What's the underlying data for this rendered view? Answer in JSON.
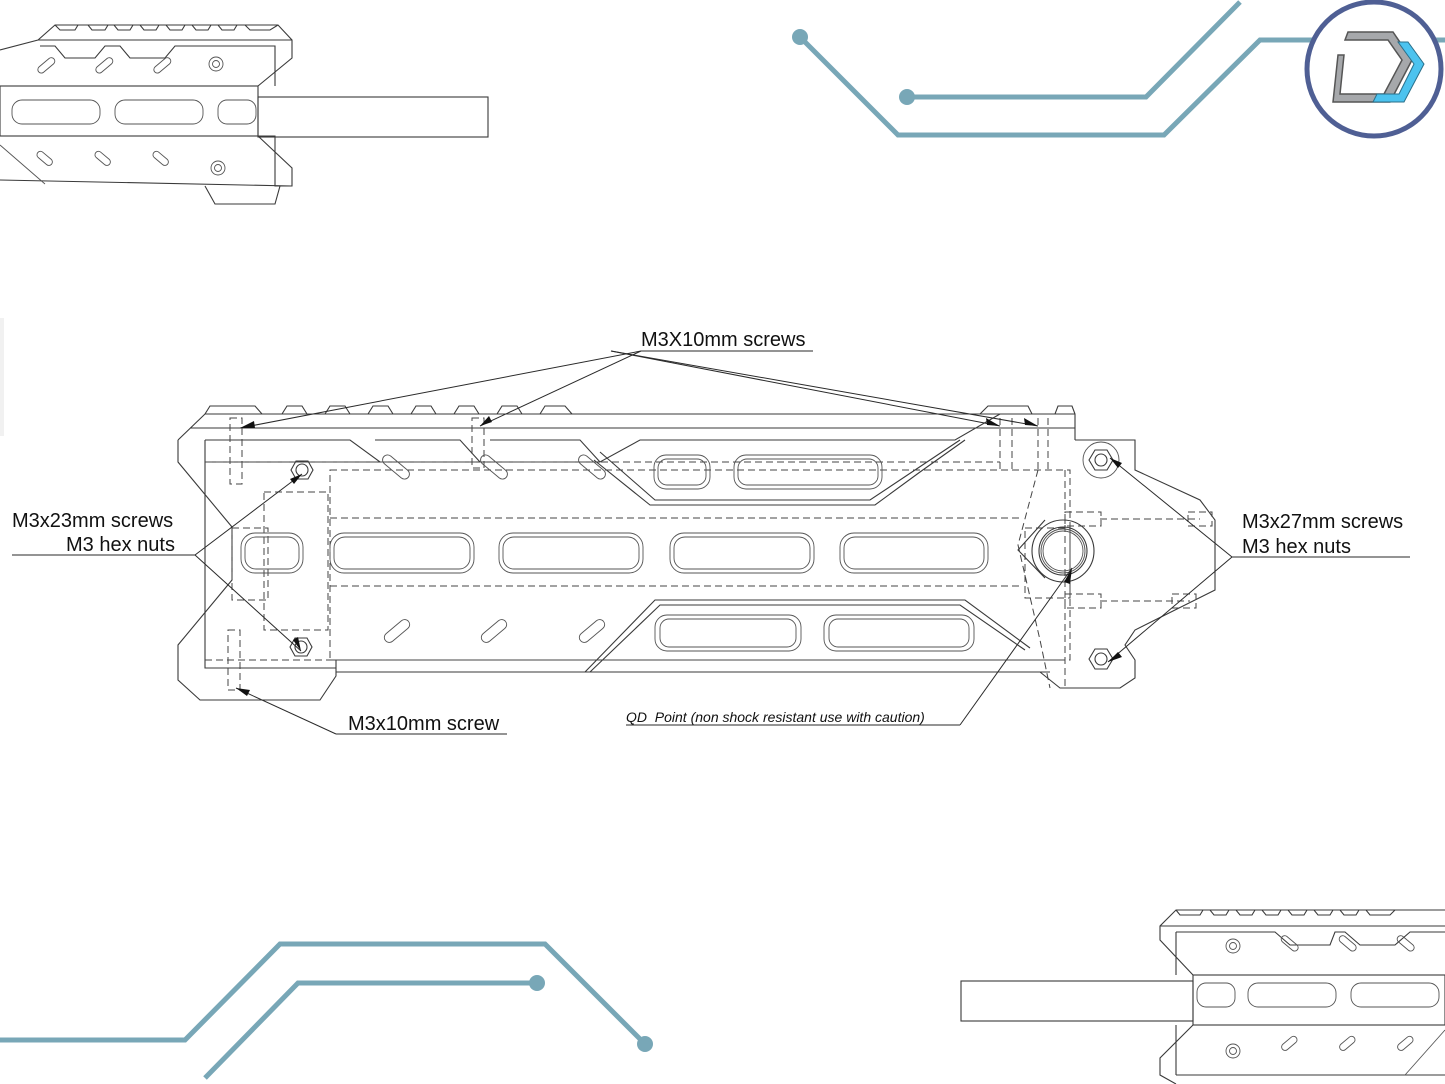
{
  "drawing": {
    "title": "Handguard assembly hardware diagram",
    "labels": {
      "top_screws": "M3X10mm screws",
      "left_screws": "M3x23mm screws",
      "left_nuts": "M3 hex nuts",
      "right_screws": "M3x27mm screws",
      "right_nuts": "M3 hex nuts",
      "bottom_screw": "M3x10mm screw",
      "qd_point": "QD  Point (non shock resistant use with caution)"
    }
  },
  "logo": {
    "name": "DD logo",
    "ring_color": "#4f5f94",
    "letter_color": "#a6a8ab",
    "accent_color": "#4cc3ef"
  },
  "theme": {
    "circuit_color": "#78a7b7",
    "line_color": "#3a3a3a"
  }
}
